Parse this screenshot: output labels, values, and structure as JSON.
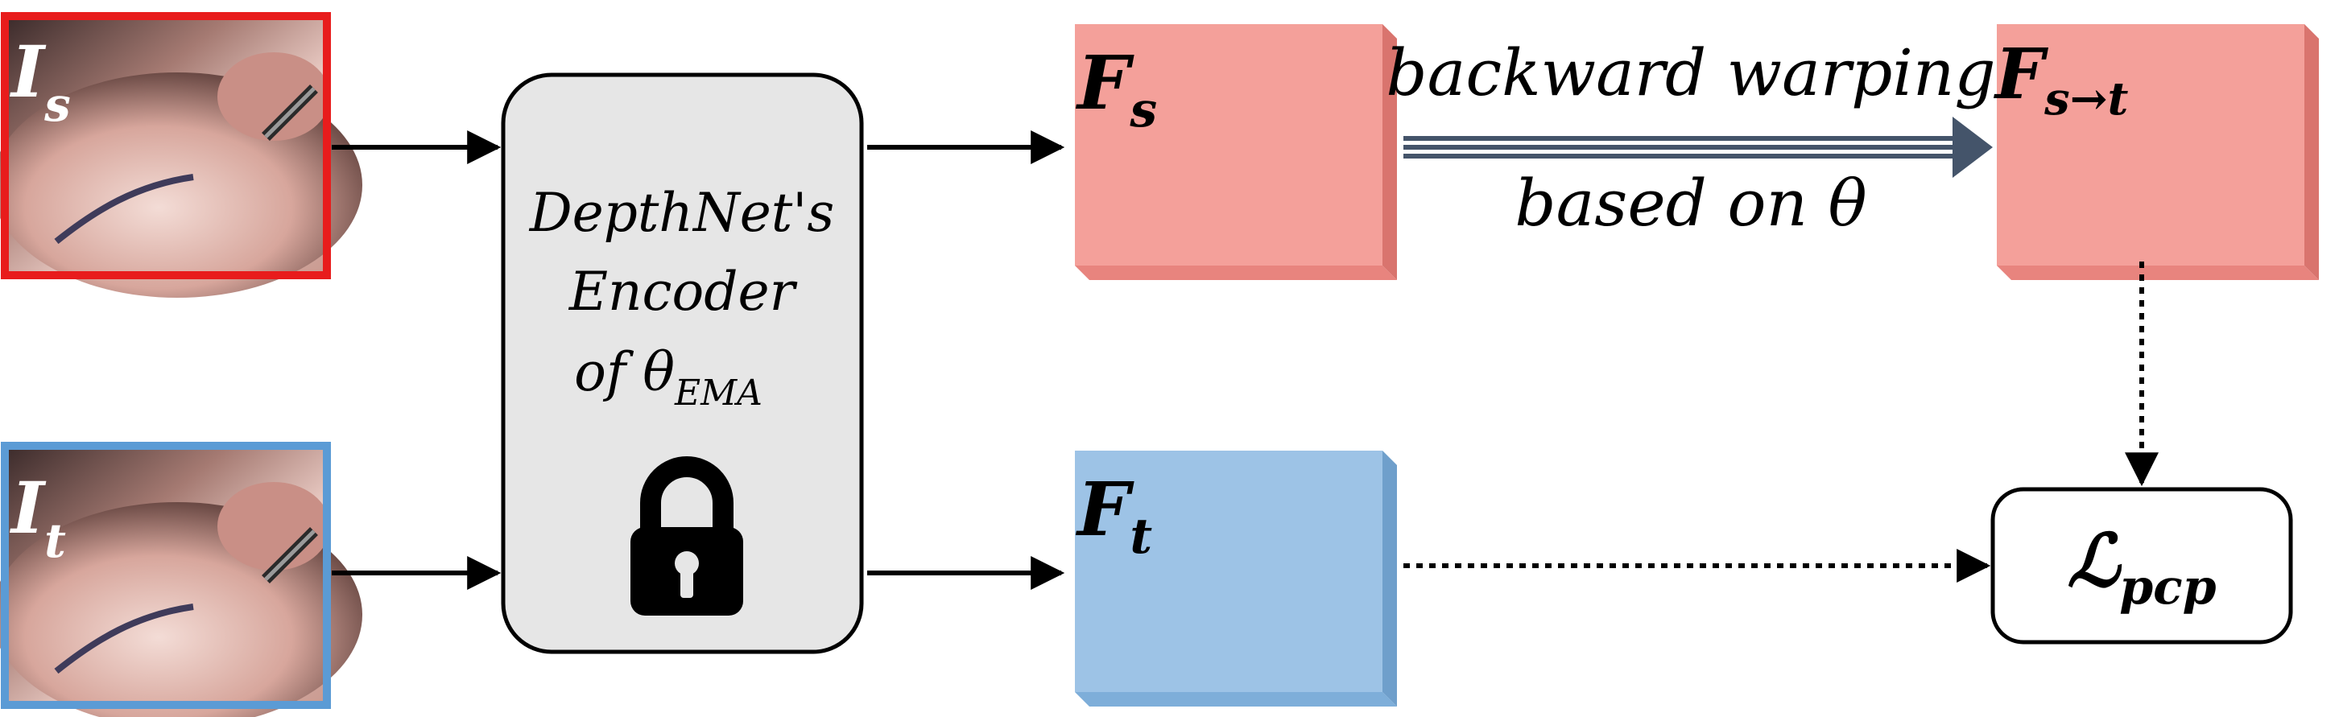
{
  "inputs": {
    "source": {
      "label_main": "I",
      "label_sub": "s",
      "frame_color": "#e81c1c"
    },
    "target": {
      "label_main": "I",
      "label_sub": "t",
      "frame_color": "#5b9bd5"
    }
  },
  "encoder": {
    "line1": "DepthNet's",
    "line2": "Encoder",
    "line3_main": "of θ",
    "line3_sub": "EMA",
    "icon": "lock-icon",
    "fill": "#e6e6e6"
  },
  "features": {
    "fs": {
      "label_main": "F",
      "label_sub": "s",
      "fill": "#f4a09a"
    },
    "ft": {
      "label_main": "F",
      "label_sub": "t",
      "fill": "#9dc3e6"
    },
    "fst": {
      "label_main": "F",
      "label_sub": "s→t",
      "fill": "#f4a09a"
    }
  },
  "warp": {
    "line1": "backward warping",
    "line2": "based on θ",
    "arrow_color": "#44546a"
  },
  "loss": {
    "label_main": "ℒ",
    "label_sub": "pcp"
  }
}
